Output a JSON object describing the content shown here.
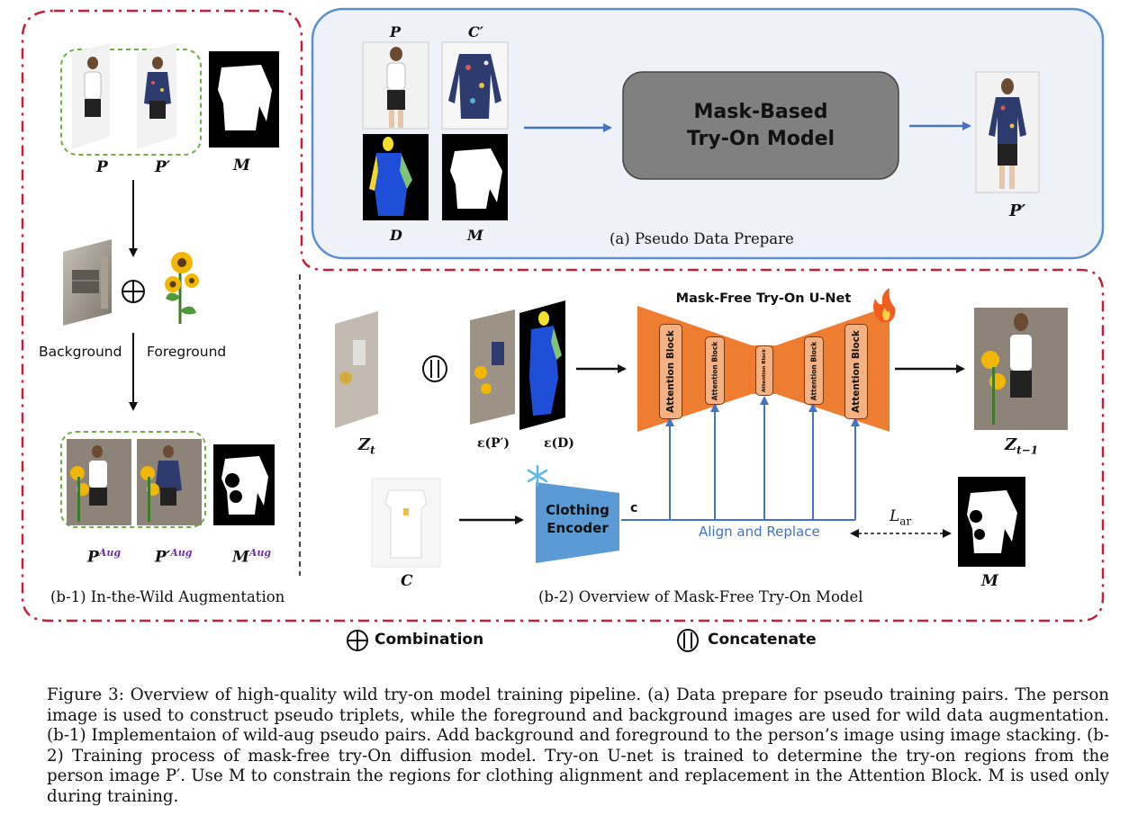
{
  "pseudo_panel": {
    "label_p": "P",
    "label_c_prime": "C′",
    "label_d": "D",
    "label_m": "M",
    "model_line1": "Mask-Based",
    "model_line2": "Try-On Model",
    "output_label": "P′",
    "caption": "(a) Pseudo Data Prepare"
  },
  "augment_panel": {
    "label_p": "P",
    "label_p_prime": "P′",
    "label_m": "M",
    "background": "Background",
    "foreground": "Foreground",
    "label_p_aug": "P",
    "label_p_prime_aug": "P′",
    "label_m_aug": "M",
    "aug_superscript": "Aug",
    "caption": "(b-1) In-the-Wild Augmentation"
  },
  "maskfree_panel": {
    "title": "Mask-Free Try-On U-Net",
    "attention_block": "Attention Block",
    "z_t": "Z",
    "z_t_sub": "t",
    "enc_p_prime": "ε(P′)",
    "enc_d": "ε(D)",
    "z_t_minus_1": "Z",
    "z_t_minus_1_sub": "t−1",
    "clothing_encoder_line1": "Clothing",
    "clothing_encoder_line2": "Encoder",
    "c_small": "c",
    "align_replace": "Align and Replace",
    "loss_l": "L",
    "loss_sub": "ar",
    "label_c": "C",
    "label_m": "M",
    "caption": "(b-2) Overview of Mask-Free Try-On Model"
  },
  "legend": {
    "combination": "Combination",
    "concatenate": "Concatenate"
  },
  "figure_caption": "Figure 3: Overview of high-quality wild try-on model training pipeline. (a) Data prepare for pseudo training pairs. The person image is used to construct pseudo triplets, while the foreground and background images are used for wild data augmentation. (b-1) Implementaion of wild-aug pseudo pairs. Add background and foreground to the person’s image using image stacking. (b-2) Training process of mask-free try-On diffusion model. Try-on U-net is trained to determine the try-on regions from the person image P′. Use M to constrain the regions for clothing alignment and replacement in the Attention Block. M is used only during training.",
  "colors": {
    "dash_red": "#c0203a",
    "panel_blue_border": "#5b8fd0",
    "panel_blue_fill": "#eef1f8",
    "model_gray": "#808080",
    "unet_orange": "#ee7d31",
    "encoder_blue": "#5b9bd5",
    "arrow_blue": "#4472c4",
    "green_dash": "#70ad47",
    "purple": "#7030a0"
  }
}
